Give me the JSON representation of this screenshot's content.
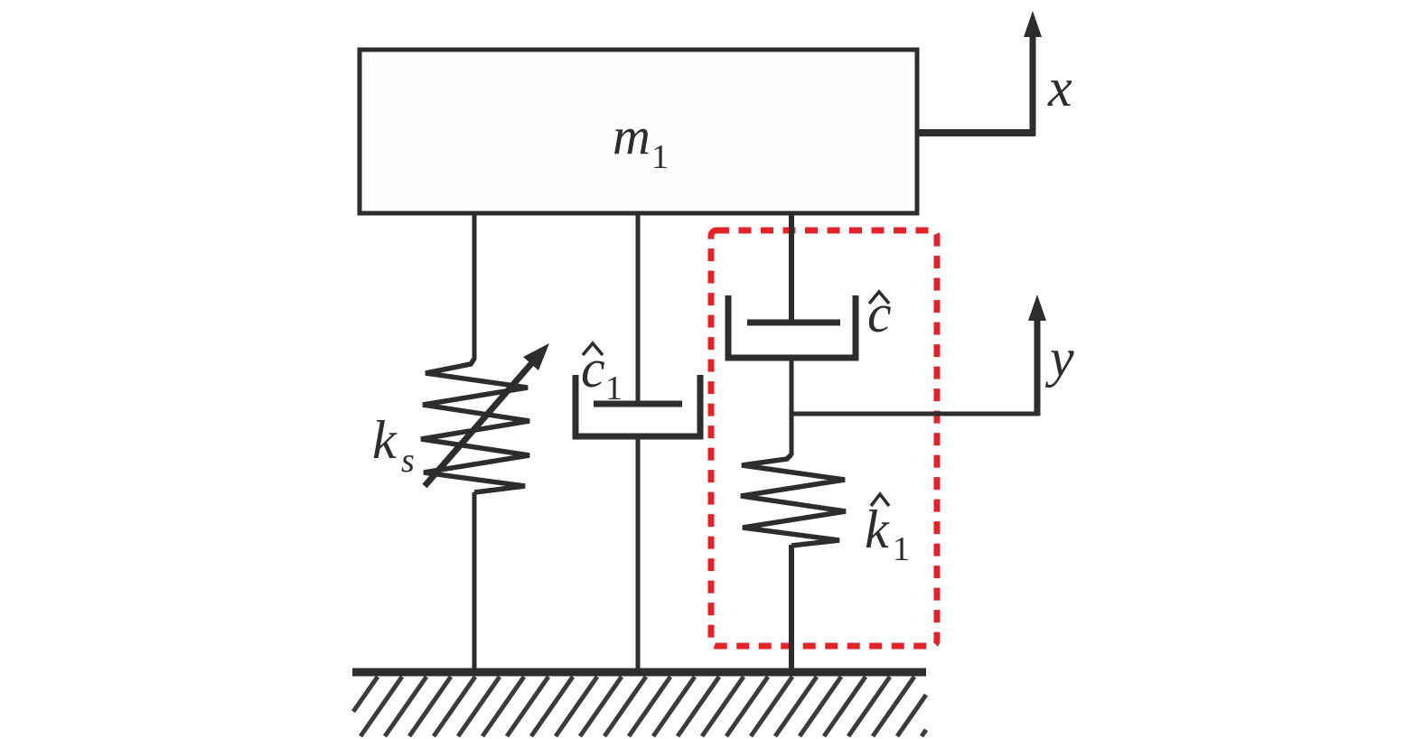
{
  "figure": {
    "type": "mechanical-schematic",
    "description": "Mass m1 supported by a variable-stiffness spring ks, a damper c1-hat, and a highlighted (red dashed) spring-damper unit with damper c-hat and spring k1-hat over a fixed ground, with displacement axes x and y",
    "labels": {
      "mass": {
        "base": "m",
        "sub": "1"
      },
      "variable_spring": {
        "base": "k",
        "sub": "s"
      },
      "damper_c1": {
        "base": "c",
        "sub": "1",
        "accent": "hat"
      },
      "damper_c": {
        "base": "c",
        "accent": "hat"
      },
      "spring_k1": {
        "base": "k",
        "sub": "1",
        "accent": "hat"
      },
      "x_axis": "x",
      "y_axis": "y"
    },
    "colors": {
      "ink": "#2d2d2d",
      "red": "#e2232a",
      "hatch": "#3b3b3b",
      "background": "#ffffff"
    }
  }
}
